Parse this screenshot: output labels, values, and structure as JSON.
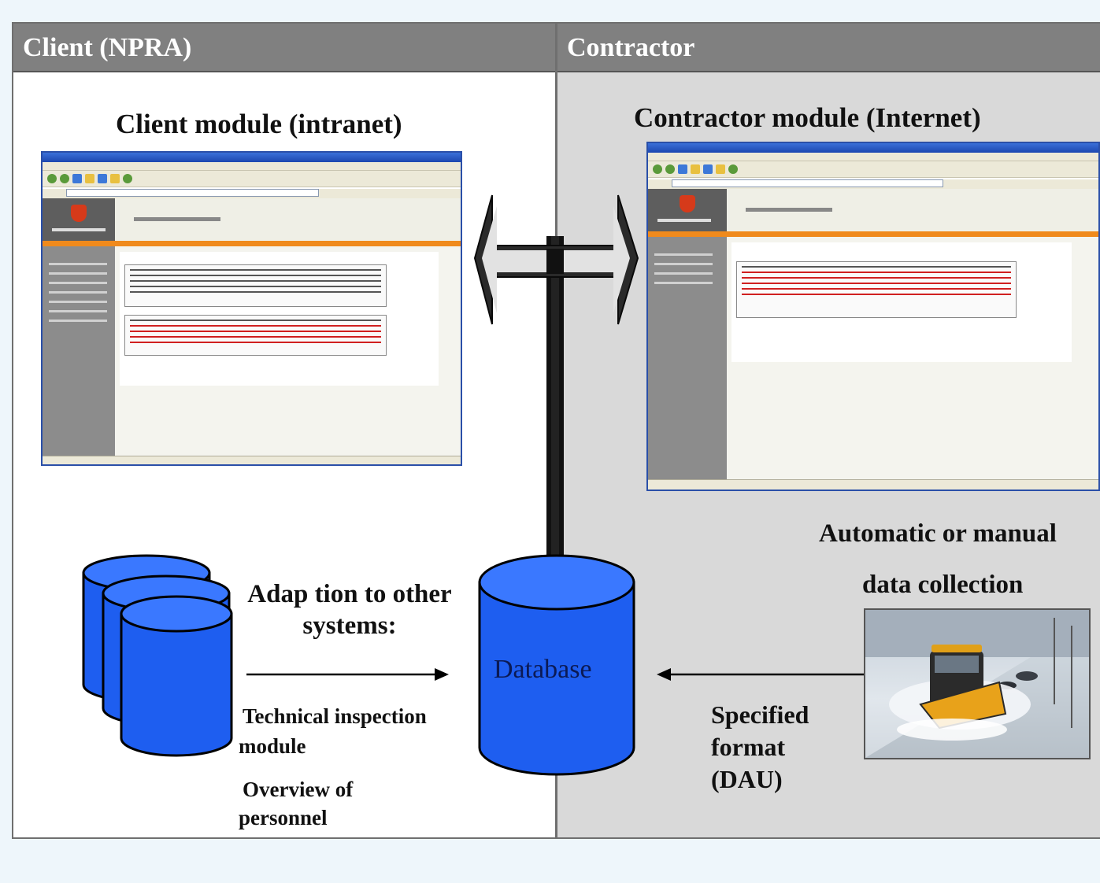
{
  "left_panel": {
    "header": "Client (NPRA)",
    "module_title": "Client module (intranet)"
  },
  "right_panel": {
    "header": "Contractor",
    "module_title": "Contractor module (Internet)"
  },
  "adaption": {
    "title_line1": "Adap tion to other",
    "title_line2": "systems:",
    "item1_line1": "Technical inspection",
    "item1_line2": "module",
    "item2_line1": "Overview of",
    "item2_line2": "personnel"
  },
  "database": {
    "label": "Database"
  },
  "collection": {
    "line1": "Automatic or  manual",
    "line2": "data collection"
  },
  "format": {
    "line1": "Specified",
    "line2": "format",
    "line3": "(DAU)"
  },
  "colors": {
    "cylinder_fill": "#1e5ef0",
    "cylinder_top": "#3a78ff",
    "header_gray": "#808080",
    "contractor_bg": "#d9d9d9"
  }
}
